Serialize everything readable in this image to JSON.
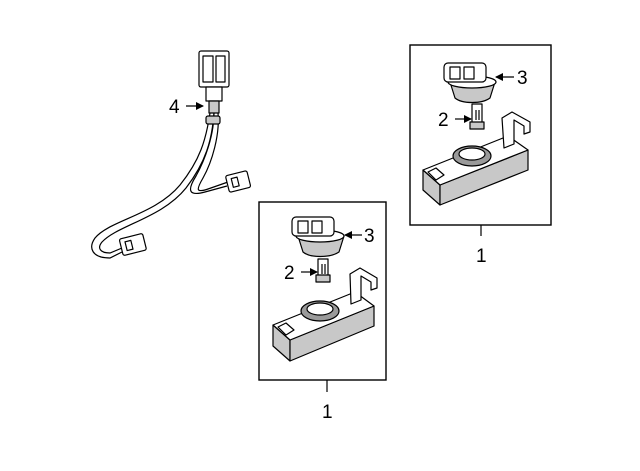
{
  "callouts": {
    "harness_4": "4",
    "upper_socket_3": "3",
    "upper_bulb_2": "2",
    "upper_assembly_1": "1",
    "lower_socket_3": "3",
    "lower_bulb_2": "2",
    "lower_assembly_1": "1"
  },
  "colors": {
    "line": "#000000",
    "shade": "#c8c8c8",
    "background": "#ffffff"
  }
}
